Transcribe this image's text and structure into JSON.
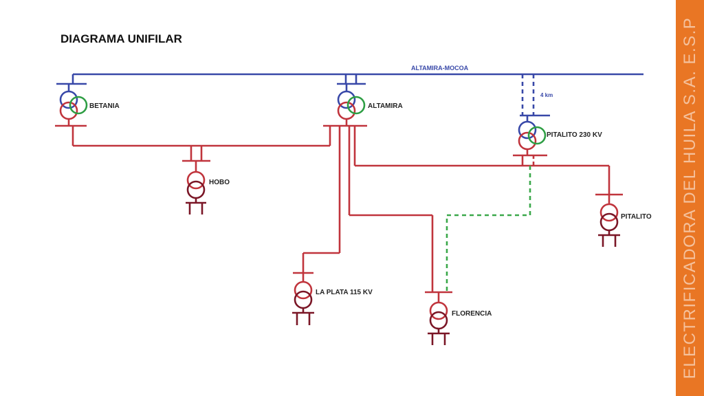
{
  "title": "DIAGRAMA UNIFILAR",
  "company": "ELECTRIFICADORA DEL HUILA S.A. E.S.P",
  "line_label": "ALTAMIRA-MOCOA",
  "distance_label": "4 km",
  "substations": {
    "betania": "BETANIA",
    "altamira": "ALTAMIRA",
    "pitalito230": "PITALITO 230 KV",
    "hobo": "HOBO",
    "pitalito": "PITALITO",
    "laplata": "LA PLATA 115 KV",
    "florencia": "FLORENCIA"
  },
  "colors": {
    "hv_line": "#3848a8",
    "mv_line": "#c0343c",
    "dark_red": "#7a1626",
    "green": "#2e9e44",
    "dashed_green": "#3aa84a",
    "band": "#e97624"
  }
}
